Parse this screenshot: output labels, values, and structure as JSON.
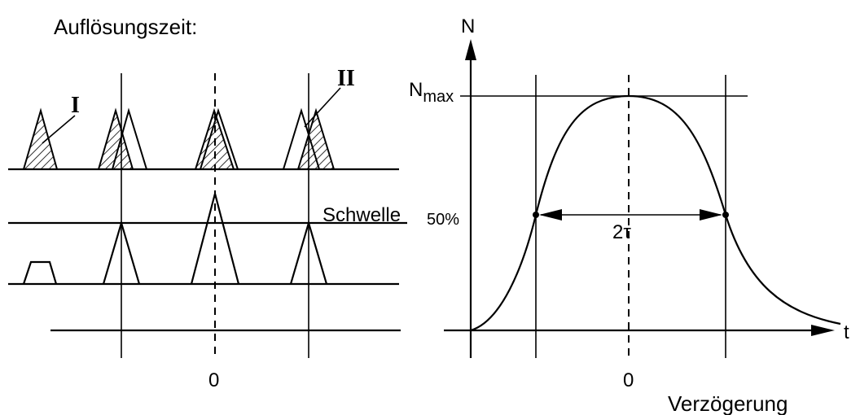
{
  "title": "Auflösungszeit:",
  "left": {
    "pulse_labels": [
      "I",
      "II"
    ],
    "threshold_label": "Schwelle",
    "axis_zero": "0"
  },
  "right": {
    "y_label": "N",
    "nmax_label": "N",
    "nmax_sub": "max",
    "half_label": "50%",
    "width_label": "2τ",
    "x_label": "t",
    "axis_zero": "0",
    "x_caption": "Verzögerung"
  }
}
